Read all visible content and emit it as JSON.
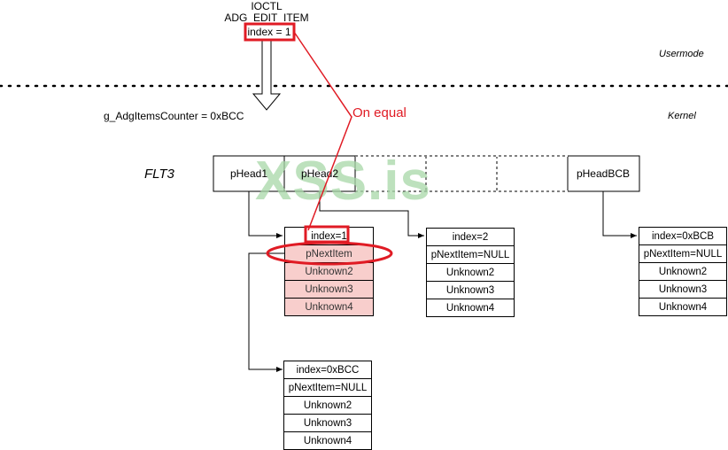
{
  "ioctl": {
    "line1": "IOCTL",
    "line2": "ADG_EDIT_ITEM",
    "line3": "index = 1"
  },
  "regions": {
    "usermode": "Usermode",
    "kernel": "Kernel"
  },
  "counter_label": "g_AdgItemsCounter = 0xBCC",
  "annotation": "On equal",
  "watermark": "XSS.is",
  "flt": {
    "label": "FLT3",
    "heads": [
      "pHead1",
      "pHead2",
      "",
      "",
      "",
      "pHeadBCB"
    ]
  },
  "items": {
    "item1": [
      "index=1",
      "pNextItem",
      "Unknown2",
      "Unknown3",
      "Unknown4"
    ],
    "item2": [
      "index=2",
      "pNextItem=NULL",
      "Unknown2",
      "Unknown3",
      "Unknown4"
    ],
    "itemBCB": [
      "index=0xBCB",
      "pNextItem=NULL",
      "Unknown2",
      "Unknown3",
      "Unknown4"
    ],
    "itemBCC": [
      "index=0xBCC",
      "pNextItem=NULL",
      "Unknown2",
      "Unknown3",
      "Unknown4"
    ]
  },
  "colors": {
    "highlight": "#e01b24",
    "highlighted_fill": "#f8cecc",
    "watermark": "#a8d8a8"
  }
}
